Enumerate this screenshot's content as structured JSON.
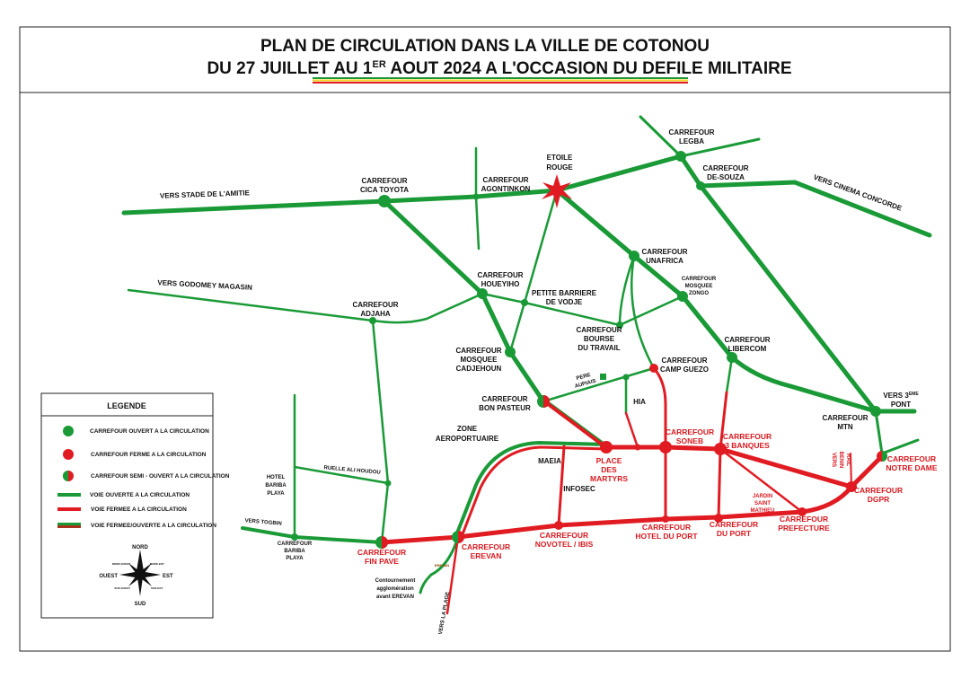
{
  "title": {
    "line1": "PLAN DE CIRCULATION DANS LA VILLE DE COTONOU",
    "line2a": "DU 27 JUILLET AU 1",
    "line2sup": "ER",
    "line2b": " AOUT 2024 A L'OCCASION DU DEFILE MILITAIRE",
    "flag_colors": [
      "#1a9a37",
      "#f4d21f",
      "#e01b22"
    ]
  },
  "colors": {
    "open": "#1a9a37",
    "closed": "#e01b22"
  },
  "legend": {
    "title": "LEGENDE",
    "items": [
      "CARREFOUR OUVERT A LA CIRCULATION",
      "CARREFOUR FERME A LA CIRCULATION",
      "CARREFOUR SEMI - OUVERT A LA CIRCULATION",
      "VOIE OUVERTE A LA CIRCULATION",
      "VOIE FERMEE A LA CIRCULATION",
      "VOIE FERMEE/OUVERTE A LA CIRCULATION"
    ],
    "compass": {
      "n": "NORD",
      "s": "SUD",
      "e": "EST",
      "w": "OUEST",
      "ne": "NORD-EST",
      "nw": "NORD-OUEST",
      "se": "SUD-EST",
      "sw": "SUD-OUEST"
    }
  },
  "labels": {
    "legba": [
      "CARREFOUR",
      "LEGBA"
    ],
    "etoile": [
      "ETOILE",
      "ROUGE"
    ],
    "desouza": [
      "CARREFOUR",
      "DE-SOUZA"
    ],
    "cica": [
      "CARREFOUR",
      "CICA TOYOTA"
    ],
    "agontinkon": [
      "CARREFOUR",
      "AGONTINKON"
    ],
    "stade": "VERS STADE DE L'AMITIE",
    "concorde": "VERS CINEMA CONCORDE",
    "godomey": "VERS GODOMEY MAGASIN",
    "unafrica": [
      "CARREFOUR",
      "UNAFRICA"
    ],
    "zongo": [
      "CARREFOUR",
      "MOSQUEE",
      "ZONGO"
    ],
    "houeyiho": [
      "CARREFOUR",
      "HOUEYIHO"
    ],
    "vodje": [
      "PETITE BARRIERE",
      "DE VODJE"
    ],
    "adjaha": [
      "CARREFOUR",
      "ADJAHA"
    ],
    "bourse": [
      "CARREFOUR",
      "BOURSE",
      "DU TRAVAIL"
    ],
    "cadjehoun": [
      "CARREFOUR",
      "MOSQUEE",
      "CADJEHOUN"
    ],
    "libercom": [
      "CARREFOUR",
      "LIBERCOM"
    ],
    "campguezo": [
      "CARREFOUR",
      "CAMP GUEZO"
    ],
    "aupiais": [
      "PERE",
      "AUPIAIS"
    ],
    "hia": "HIA",
    "bonpasteur": [
      "CARREFOUR",
      "BON PASTEUR"
    ],
    "pont": [
      "VERS 3",
      "EME",
      "PONT"
    ],
    "mtn": [
      "CARREFOUR",
      "MTN"
    ],
    "aeroport": [
      "ZONE",
      "AEROPORTUAIRE"
    ],
    "soneb": [
      "CARREFOUR",
      "SONEB"
    ],
    "banques": [
      "CARREFOUR",
      "3 BANQUES"
    ],
    "martyrs": [
      "PLACE",
      "DES",
      "MARTYRS"
    ],
    "maeia": "MAEIA",
    "infosec": "INFOSEC",
    "ruelle": "RUELLE ALI HOUDOU",
    "hotelbariba": [
      "HOTEL",
      "BARIBA",
      "PLAYA"
    ],
    "beninrail": [
      "VERS",
      "BENIN",
      "RAIL"
    ],
    "notredame": [
      "CARREFOUR",
      "NOTRE DAME"
    ],
    "dgpr": [
      "CARREFOUR",
      "DGPR"
    ],
    "jardin": [
      "JARDIN",
      "SAINT",
      "MATHIEU"
    ],
    "prefecture": [
      "CARREFOUR",
      "PREFECTURE"
    ],
    "duport": [
      "CARREFOUR",
      "DU PORT"
    ],
    "hotelduport": [
      "CARREFOUR",
      "HOTEL DU PORT"
    ],
    "novotel": [
      "CARREFOUR",
      "NOVOTEL / IBIS"
    ],
    "erevan": [
      "CARREFOUR",
      "EREVAN"
    ],
    "finpave": [
      "CARREFOUR",
      "FIN PAVE"
    ],
    "togbin": "VERS TOGBIN",
    "bariba": [
      "CARREFOUR",
      "BARIBA",
      "PLAYA"
    ],
    "contournement": [
      "Contournement",
      "agglomération",
      "avant EREVAN"
    ],
    "erevan_small": "EREVAN",
    "plage": "VERS LA PLAGE"
  }
}
